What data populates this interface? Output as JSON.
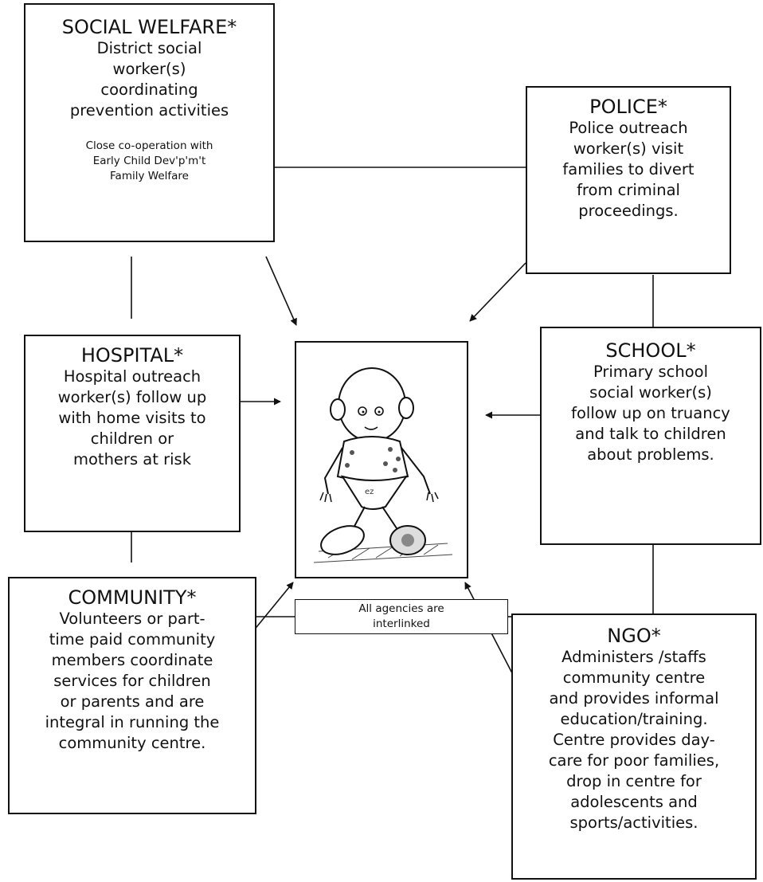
{
  "agencies": {
    "social_welfare": {
      "title": "SOCIAL WELFARE*",
      "body": "District social\nworker(s)\ncoordinating\nprevention activities",
      "note": "Close co-operation with\nEarly Child Dev'p'm't\nFamily Welfare"
    },
    "police": {
      "title": "POLICE*",
      "body": "Police outreach\nworker(s) visit\nfamilies to divert\nfrom criminal\nproceedings."
    },
    "hospital": {
      "title": "HOSPITAL*",
      "body": "Hospital outreach\nworker(s) follow up\nwith home visits to\nchildren or\nmothers at risk"
    },
    "school": {
      "title": "SCHOOL*",
      "body": "Primary school\nsocial worker(s)\nfollow up on truancy\nand talk to children\nabout problems."
    },
    "community": {
      "title": "COMMUNITY*",
      "body": "Volunteers or part-\ntime paid community\nmembers coordinate\nservices for children\nor parents and are\nintegral in running the\ncommunity centre."
    },
    "ngo": {
      "title": "NGO*",
      "body": "Administers /staffs\ncommunity centre\nand provides informal\neducation/training.\nCentre provides day-\ncare for poor families,\ndrop in centre for\nadolescents and\nsports/activities."
    }
  },
  "interlink_note": "All agencies are\ninterlinked",
  "center_image": "child-illustration"
}
